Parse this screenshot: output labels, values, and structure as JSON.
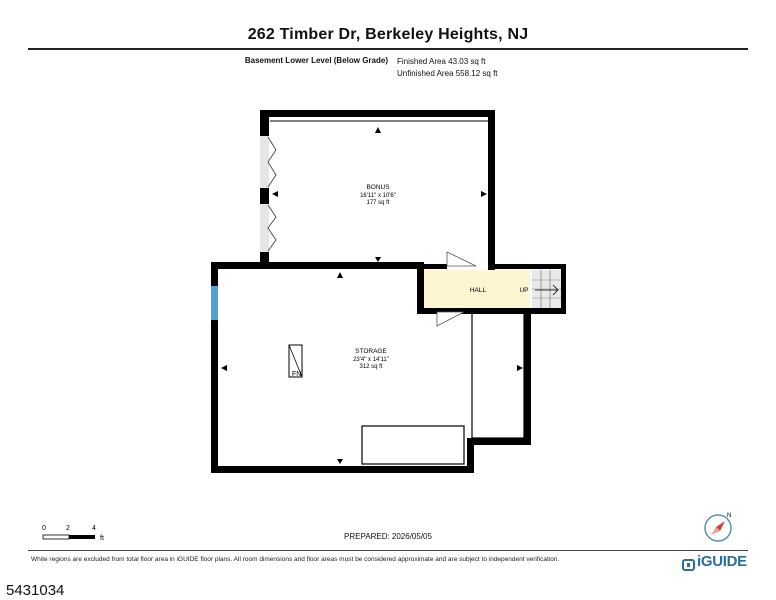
{
  "header": {
    "title": "262 Timber Dr, Berkeley Heights, NJ",
    "level_name": "Basement Lower Level (Below Grade)",
    "finished_area": "Finished Area 43.03 sq ft",
    "unfinished_area": "Unfinished Area 558.12 sq ft"
  },
  "rooms": {
    "bonus": {
      "name": "BONUS",
      "dims": "16'11\" x 10'6\"",
      "area": "177 sq ft"
    },
    "storage": {
      "name": "STORAGE",
      "dims": "23'4\" x 14'11\"",
      "area": "312 sq ft"
    },
    "hall": {
      "name": "HALL"
    },
    "stairs": {
      "label": "UP"
    },
    "fn_label": "FN"
  },
  "scale": {
    "t0": "0",
    "t1": "2",
    "t2": "4",
    "unit": "ft"
  },
  "prepared": "PREPARED: 2026/05/05",
  "compass_letter": "N",
  "footer": {
    "disclaimer": "White regions are excluded from total floor area in iGUIDE floor plans. All room dimensions and floor areas must be considered approximate and are subject to independent verification.",
    "brand": "iGUIDE"
  },
  "listing_id": "5431034",
  "colors": {
    "wall": "#000000",
    "hall_fill": "#fdf6d3",
    "window": "#4fa3d9"
  }
}
